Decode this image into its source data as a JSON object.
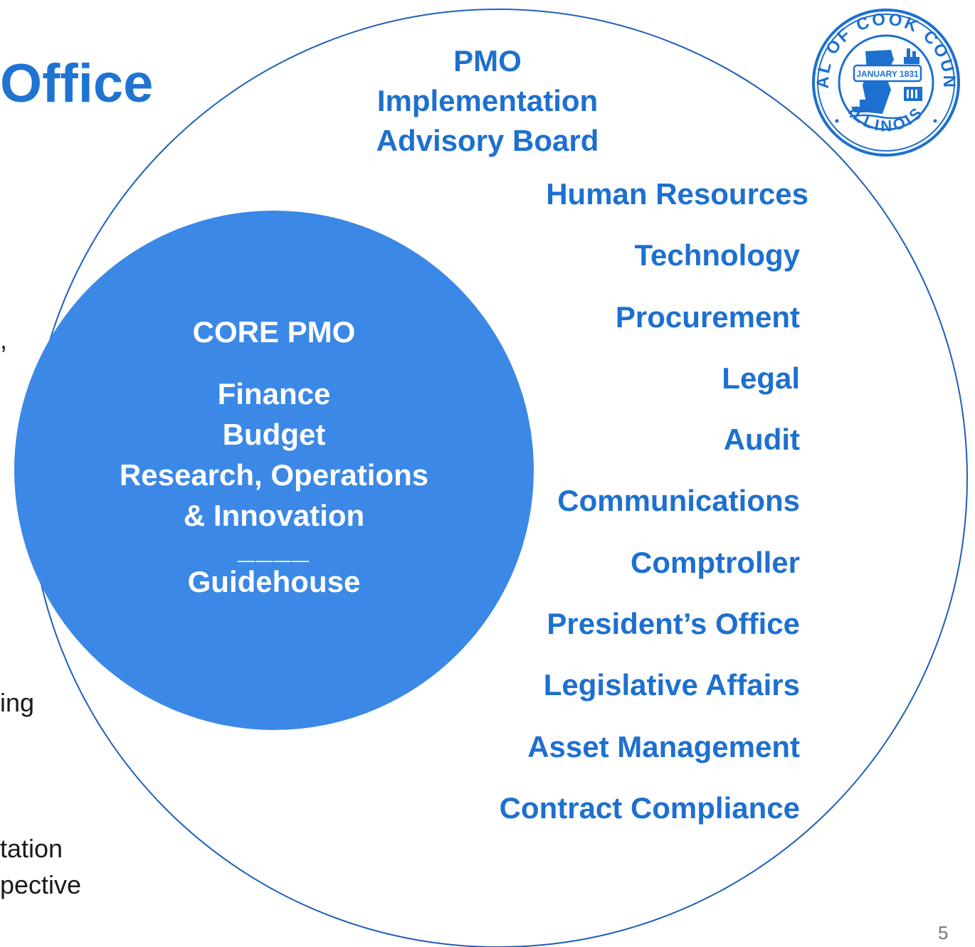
{
  "slide": {
    "title_fragment": "Office",
    "left_fragments": [
      ",",
      "ing",
      "tation",
      "pective"
    ],
    "page_number": "5"
  },
  "board": {
    "title_lines": [
      "PMO",
      "Implementation",
      "Advisory Board"
    ],
    "members": [
      "Human Resources",
      "Technology",
      "Procurement",
      "Legal",
      "Audit",
      "Communications",
      "Comptroller",
      "President’s Office",
      "Legislative Affairs",
      "Asset Management",
      "Contract Compliance"
    ]
  },
  "core": {
    "title": "CORE PMO",
    "lines": [
      "Finance",
      "Budget",
      "Research, Operations",
      "& Innovation"
    ],
    "divider": "____",
    "partner": "Guidehouse"
  },
  "seal": {
    "text_top": "SEAL OF COOK COUNTY",
    "text_bottom": "ILLINOIS",
    "date": "JANUARY 1831"
  },
  "colors": {
    "title_blue": "#1f74d1",
    "text_blue": "#1d70cf",
    "circle_fill": "#3b88e6",
    "circle_outline": "#1e5fb8"
  }
}
